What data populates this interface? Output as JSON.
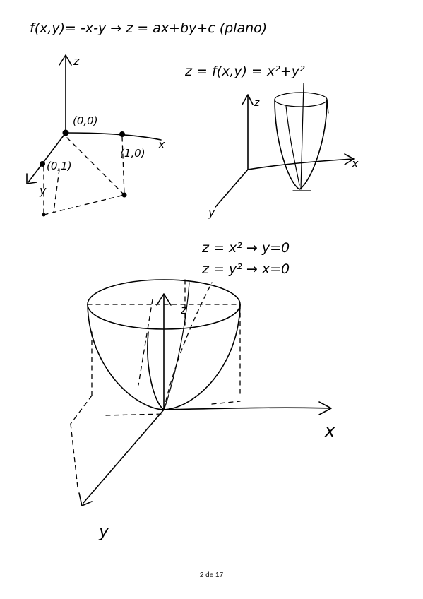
{
  "notes": {
    "line1": "f(x,y)= -x-y  → z = ax+by+c (plano)",
    "fig1": {
      "z_label": "z",
      "x_label": "x",
      "y_label": "y",
      "pt_origin": "(0,0)",
      "pt_x": "(1,0)",
      "pt_y": "(0,1)"
    },
    "formula2": "z = f(x,y) = x²+y²",
    "fig2": {
      "z_label": "z",
      "x_label": "x",
      "y_label": "y"
    },
    "trace1": "z = x² → y=0",
    "trace2": "z = y² → x=0",
    "fig3": {
      "z_label": "z",
      "x_label": "x",
      "y_label": "y"
    }
  },
  "footer": {
    "page_number": "2 de 17"
  }
}
